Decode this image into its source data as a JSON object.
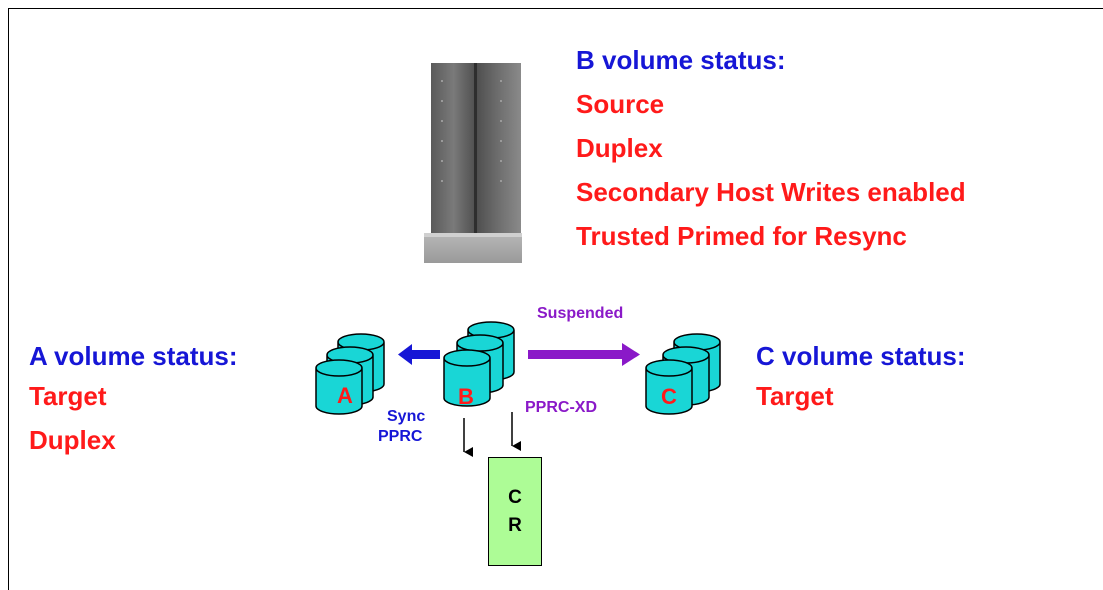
{
  "b_status": {
    "heading": "B volume status:",
    "lines": [
      "Source",
      "Duplex",
      "Secondary Host Writes enabled",
      "Trusted Primed for Resync"
    ]
  },
  "a_status": {
    "heading": "A volume status:",
    "lines": [
      "Target",
      "Duplex"
    ]
  },
  "c_status": {
    "heading": "C volume status:",
    "lines": [
      "Target"
    ]
  },
  "volumes": {
    "a": "A",
    "b": "B",
    "c": "C"
  },
  "links": {
    "suspended": "Suspended",
    "pprc_xd": "PPRC-XD",
    "sync": "Sync",
    "pprc": "PPRC"
  },
  "cr_box": {
    "line1": "C",
    "line2": "R"
  },
  "colors": {
    "heading": "#1616d6",
    "status": "#ff1a1a",
    "xd_link": "#8a19c8",
    "disk_fill": "#19d6d6",
    "cr_fill": "#adfc96"
  }
}
